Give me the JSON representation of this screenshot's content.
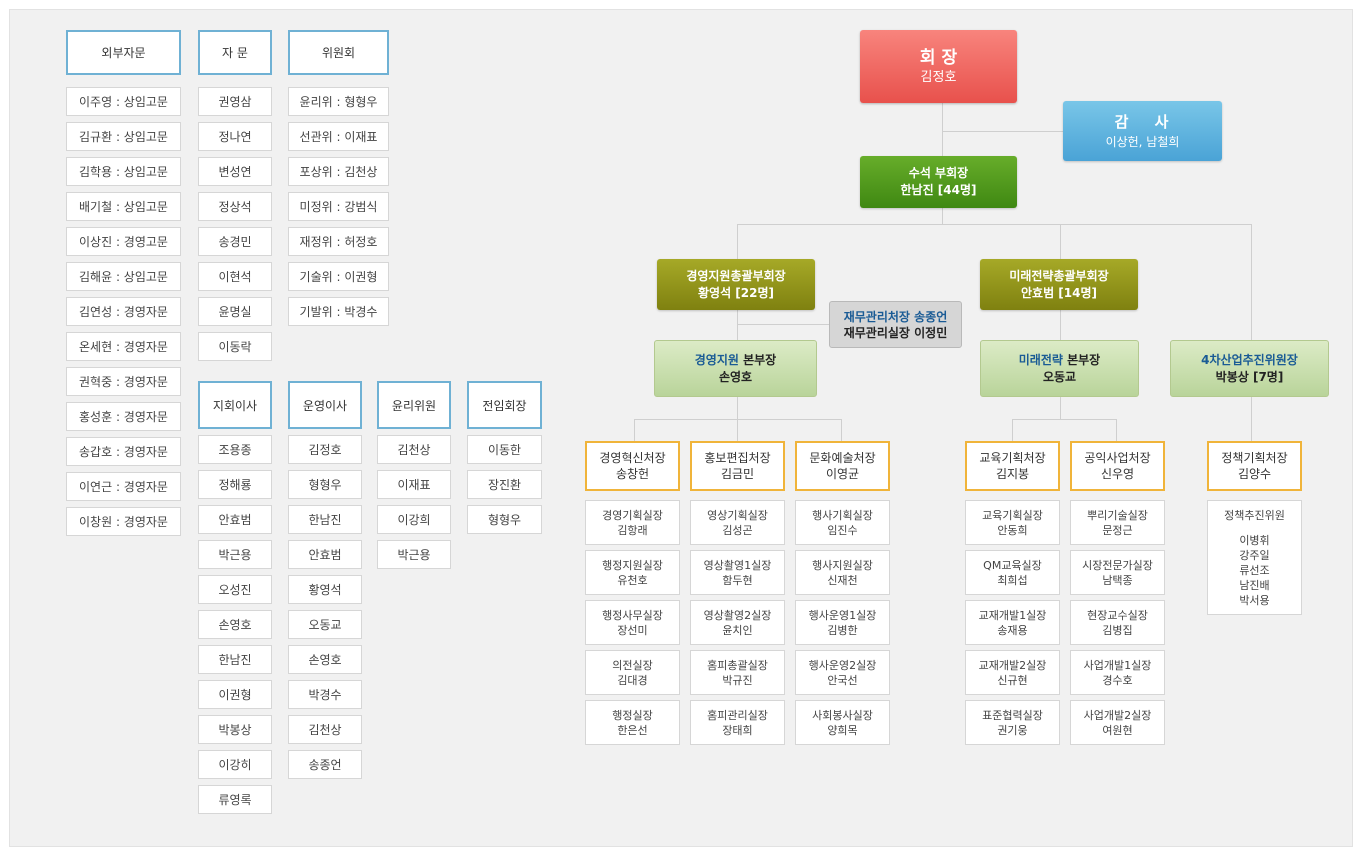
{
  "left_columns": {
    "external_advisors": {
      "header": "외부자문",
      "members": [
        "이주영 : 상임고문",
        "김규환 : 상임고문",
        "김학용 : 상임고문",
        "배기철 : 상임고문",
        "이상진 : 경영고문",
        "김해윤 : 상임고문",
        "김연성 : 경영자문",
        "온세현 : 경영자문",
        "권혁중 : 경영자문",
        "홍성훈 : 경영자문",
        "송갑호 : 경영자문",
        "이연근 : 경영자문",
        "이창원 : 경영자문"
      ]
    },
    "advisory": {
      "header": "자 문",
      "members": [
        "권영삼",
        "정나연",
        "변성연",
        "정상석",
        "송경민",
        "이현석",
        "윤명실",
        "이동락"
      ]
    },
    "committee": {
      "header": "위원회",
      "members": [
        "윤리위 : 형형우",
        "선관위 : 이재표",
        "포상위 : 김천상",
        "미정위 : 강범식",
        "재정위 : 허정호",
        "기술위 : 이권형",
        "기발위 : 박경수"
      ]
    },
    "regional_directors": {
      "header": "지회이사",
      "members": [
        "조용종",
        "정해룡",
        "안효범",
        "박근용",
        "오성진",
        "손영호",
        "한남진",
        "이권형",
        "박봉상",
        "이강히",
        "류영록"
      ]
    },
    "operating_directors": {
      "header": "운영이사",
      "members": [
        "김정호",
        "형형우",
        "한남진",
        "안효범",
        "황영석",
        "오동교",
        "손영호",
        "박경수",
        "김천상",
        "송종언"
      ]
    },
    "ethics_members": {
      "header": "윤리위원",
      "members": [
        "김천상",
        "이재표",
        "이강희",
        "박근용"
      ]
    },
    "former_presidents": {
      "header": "전임회장",
      "members": [
        "이동한",
        "장진환",
        "형형우"
      ]
    }
  },
  "org": {
    "president": {
      "title": "회 장",
      "name": "김정호"
    },
    "auditor": {
      "title": "감　 사",
      "name": "이상헌, 남철희"
    },
    "senior_vp": {
      "title": "수석 부회장",
      "name": "한남진 [44명]"
    },
    "mgmt_vp": {
      "title": "경영지원총괄부회장",
      "name": "황영석 [22명]"
    },
    "future_vp": {
      "title": "미래전략총괄부회장",
      "name": "안효범 [14명]"
    },
    "finance": {
      "line1": "재무관리처장 송종언",
      "line2": "재무관리실장 이정민"
    },
    "mgmt_hq": {
      "title_colored": "경영지원",
      "title_rest": " 본부장",
      "name": "손영호"
    },
    "future_hq": {
      "title_colored": "미래전략",
      "title_rest": " 본부장",
      "name": "오동교"
    },
    "industry4": {
      "title_colored": "4차산업추진위원장",
      "name": "박봉상 [7명]"
    }
  },
  "divisions": [
    {
      "title": "경영혁신처장",
      "name": "송창헌",
      "offices": [
        [
          "경영기획실장",
          "김항래"
        ],
        [
          "행정지원실장",
          "유천호"
        ],
        [
          "행정사무실장",
          "장선미"
        ],
        [
          "의전실장",
          "김대경"
        ],
        [
          "행정실장",
          "한은선"
        ]
      ]
    },
    {
      "title": "홍보편집처장",
      "name": "김금민",
      "offices": [
        [
          "영상기획실장",
          "김성곤"
        ],
        [
          "영상촬영1실장",
          "함두현"
        ],
        [
          "영상촬영2실장",
          "윤치인"
        ],
        [
          "홈피총괄실장",
          "박규진"
        ],
        [
          "홈피관리실장",
          "장태희"
        ]
      ]
    },
    {
      "title": "문화예술처장",
      "name": "이영균",
      "offices": [
        [
          "행사기획실장",
          "임진수"
        ],
        [
          "행사지원실장",
          "신재천"
        ],
        [
          "행사운영1실장",
          "김병한"
        ],
        [
          "행사운영2실장",
          "안국선"
        ],
        [
          "사회봉사실장",
          "양희목"
        ]
      ]
    },
    {
      "title": "교육기획처장",
      "name": "김지봉",
      "offices": [
        [
          "교육기획실장",
          "안동희"
        ],
        [
          "QM교육실장",
          "최희섭"
        ],
        [
          "교재개발1실장",
          "송재용"
        ],
        [
          "교재개발2실장",
          "신규현"
        ],
        [
          "표준협력실장",
          "권기웅"
        ]
      ]
    },
    {
      "title": "공익사업처장",
      "name": "신우영",
      "offices": [
        [
          "뿌리기술실장",
          "문정근"
        ],
        [
          "시장전문가실장",
          "남택종"
        ],
        [
          "현장교수실장",
          "김병집"
        ],
        [
          "사업개발1실장",
          "경수호"
        ],
        [
          "사업개발2실장",
          "여원현"
        ]
      ]
    }
  ],
  "policy": {
    "title": "정책기획처장",
    "name": "김양수",
    "committee_title": "정책추진위원",
    "members": [
      "이병휘",
      "강주일",
      "류선조",
      "남진배",
      "박서용"
    ]
  }
}
